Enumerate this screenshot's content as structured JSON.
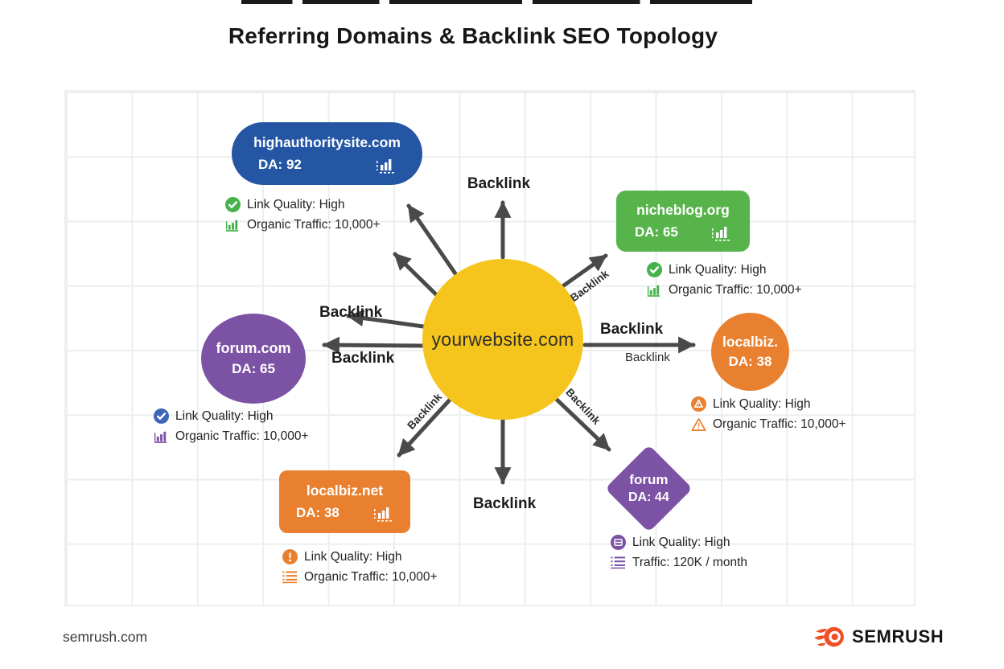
{
  "title": "Referring Domains & Backlink SEO Topology",
  "edge_label": "Backlink",
  "center_node": {
    "label": "yourwebsite.com"
  },
  "nodes": {
    "highauthority": {
      "domain": "highauthoritysite.com",
      "da": "DA: 92",
      "quality": "Link Quality: High",
      "traffic": "Organic Traffic: 10,000+"
    },
    "nicheblog": {
      "domain": "nicheblog.org",
      "da": "DA: 65",
      "quality": "Link Quality: High",
      "traffic": "Organic Traffic: 10,000+"
    },
    "localbiz_circle": {
      "domain": "localbiz.",
      "da": "DA: 38",
      "quality": "Link Quality: High",
      "traffic": "Organic Traffic: 10,000+"
    },
    "forum_com": {
      "domain": "forum.com",
      "da": "DA: 65",
      "quality": "Link Quality: High",
      "traffic": "Organic Traffic: 10,000+"
    },
    "localbiz_net": {
      "domain": "localbiz.net",
      "da": "DA: 38",
      "quality": "Link Quality: High",
      "traffic": "Organic Traffic: 10,000+"
    },
    "forum_diamond": {
      "domain": "forum",
      "da": "DA: 44",
      "quality": "Link Quality: High",
      "traffic": "Traffic: 120K / month"
    }
  },
  "colors": {
    "blue": "#2456A4",
    "green": "#56B44A",
    "orange": "#E8802F",
    "purple": "#7C52A5",
    "yellow": "#F5C51D",
    "arrow": "#4A4A4A",
    "icon_green": "#46B24A",
    "icon_blue": "#3E65B8",
    "brand_orange": "#F04E23"
  },
  "footer": {
    "source": "semrush.com",
    "brand": "SEMRUSH"
  }
}
